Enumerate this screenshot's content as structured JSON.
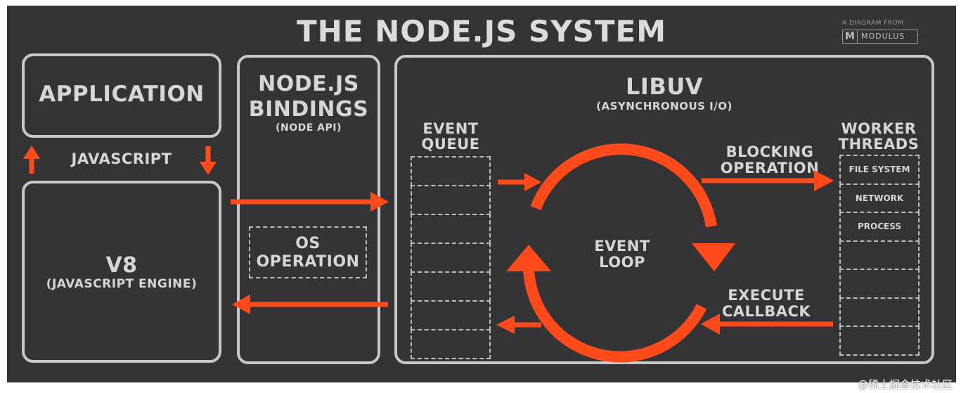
{
  "title": "THE NODE.JS SYSTEM",
  "credit": {
    "line1": "A DIAGRAM FROM",
    "logo": "M",
    "brand": "MODULUS"
  },
  "application": {
    "label": "APPLICATION"
  },
  "javascript_label": "JAVASCRIPT",
  "v8": {
    "title": "V8",
    "subtitle": "(JAVASCRIPT ENGINE)"
  },
  "bindings": {
    "title_line1": "NODE.JS",
    "title_line2": "BINDINGS",
    "subtitle": "(NODE API)",
    "os_line1": "OS",
    "os_line2": "OPERATION"
  },
  "libuv": {
    "title": "LIBUV",
    "subtitle": "(ASYNCHRONOUS I/O)",
    "event_queue_line1": "EVENT",
    "event_queue_line2": "QUEUE",
    "event_loop_line1": "EVENT",
    "event_loop_line2": "LOOP",
    "blocking_line1": "BLOCKING",
    "blocking_line2": "OPERATION",
    "execute_line1": "EXECUTE",
    "execute_line2": "CALLBACK",
    "worker_line1": "WORKER",
    "worker_line2": "THREADS",
    "worker_items": [
      "FILE SYSTEM",
      "NETWORK",
      "PROCESS"
    ]
  },
  "watermark": "@稀土掘金技术社区",
  "colors": {
    "background": "#343436",
    "border": "#c8c8c8",
    "text": "#d6d6d6",
    "accent": "#ff4a1c"
  }
}
